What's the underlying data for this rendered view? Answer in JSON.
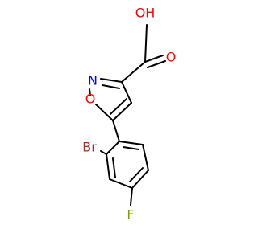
{
  "molecule": {
    "atoms": {
      "oh_label": "OH",
      "o_carbonyl_label": "O",
      "n_label": "N",
      "o_ring_label": "O",
      "br_label": "Br",
      "f_label": "F"
    },
    "colors": {
      "oxygen": "#ff0000",
      "nitrogen": "#0000ff",
      "bromine": "#a52a2a",
      "fluorine": "#7f9f00",
      "bond": "#000000",
      "background": "#ffffff"
    }
  }
}
